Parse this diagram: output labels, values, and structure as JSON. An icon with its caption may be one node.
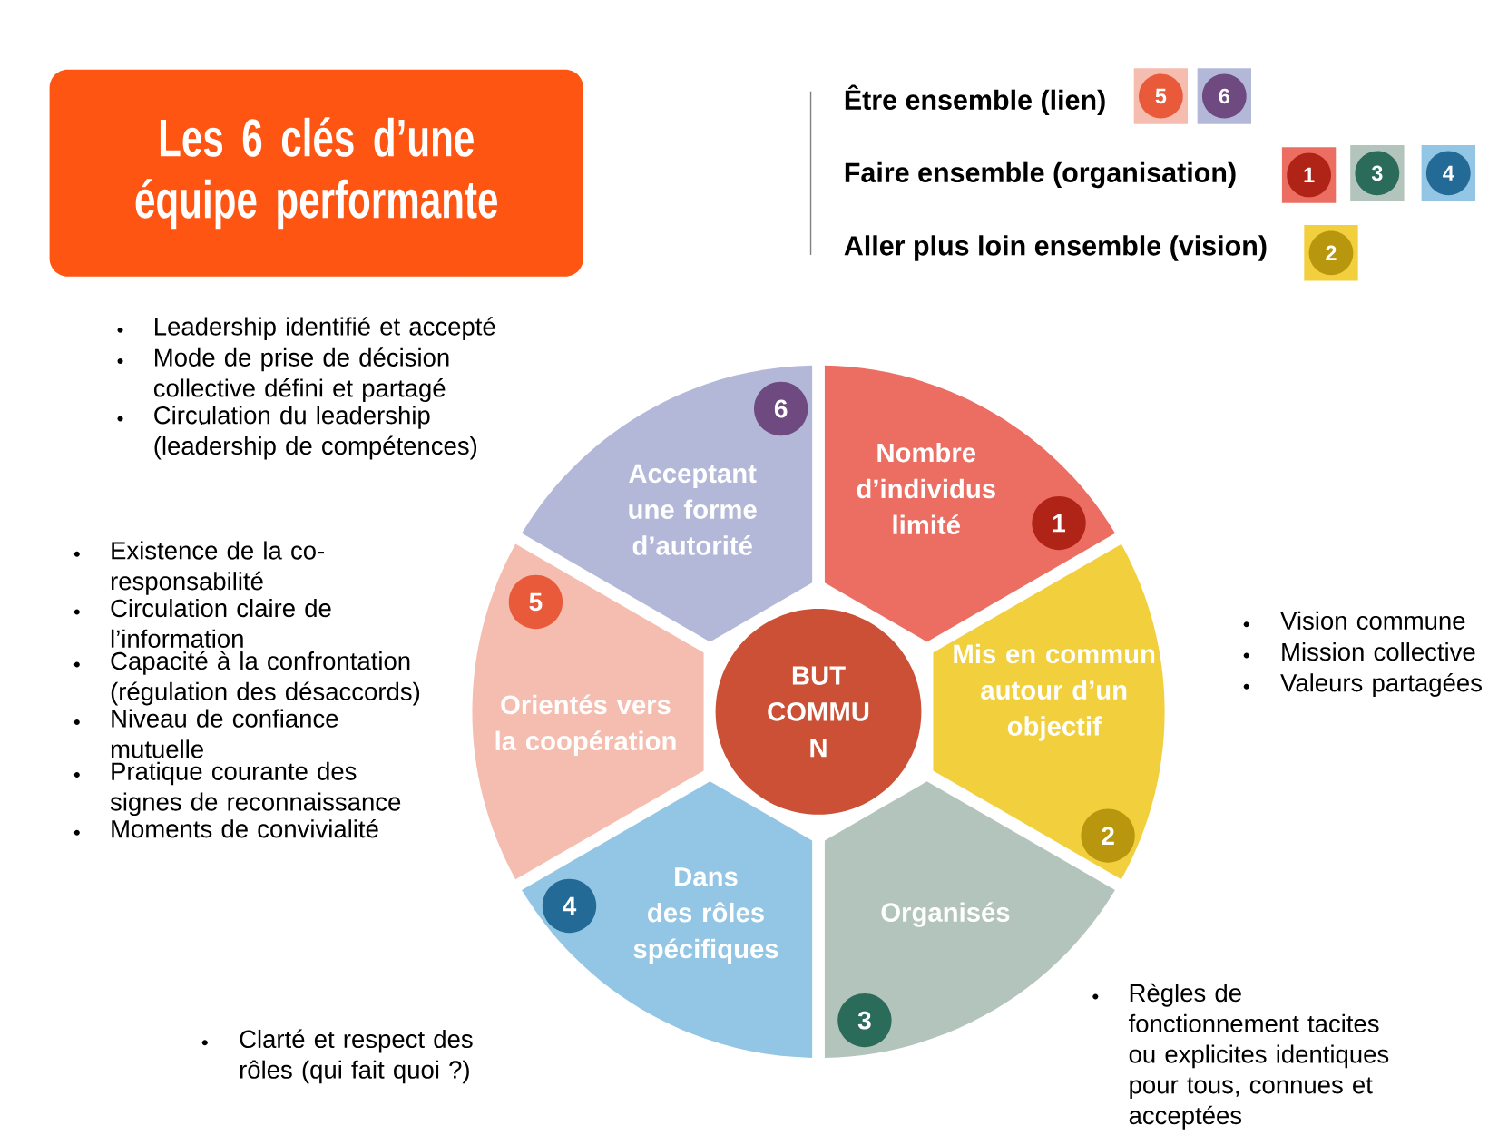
{
  "diagram": {
    "title": "Les 6 clés d’une équipe performante",
    "nodes": [
      {
        "text": [
          "6",
          "Acceptant une forme d’autorité"
        ]
      },
      {
        "text": [
          "Nombre d’individus limité",
          "1"
        ]
      },
      {
        "text": [
          "5",
          "Orientés vers la coopération"
        ]
      },
      {
        "text": [
          "BUT COMMU N"
        ]
      },
      {
        "text": [
          "Mis en commun autour d’un objectif",
          "2"
        ]
      },
      {
        "text": [
          "4",
          "Dans des rôles spécifiques"
        ]
      },
      {
        "text": [
          "Organisés",
          "3"
        ]
      }
    ],
    "labels": [
      "5",
      "6",
      "1",
      "3",
      "4",
      "2",
      "Leadership identifié et accepté",
      "Mode de prise de décision collective défini et partagé",
      "Circulation du leadership (leadership de compétences)",
      "Existence de la co-responsabilité",
      "Circulation claire de l’information",
      "Capacité à la confrontation (régulation des désaccords)",
      "Niveau de confiance mutuelle",
      "Pratique courante des signes de reconnaissance",
      "Moments de convivialité",
      "Vision commune",
      "Mission collective",
      "Valeurs partagées",
      "Clarté et respect des rôles (qui fait quoi ?)",
      "Règles de fonctionnement tacites ou explicites identiques pour tous, connues et acceptées"
    ],
    "legend": [
      {
        "text": "Être ensemble (lien)"
      },
      {
        "text": "Faire ensemble (organisation)"
      },
      {
        "text": "Aller plus loin ensemble (vision)"
      }
    ]
  }
}
